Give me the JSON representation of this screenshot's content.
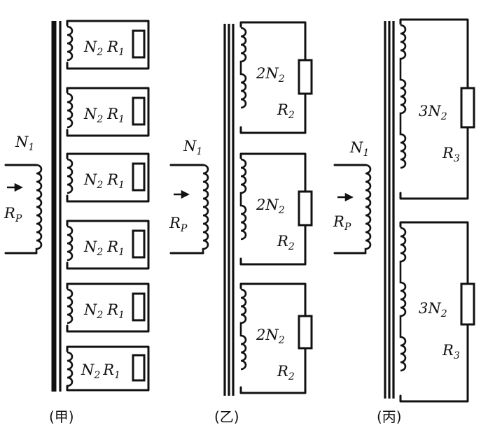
{
  "panels": [
    {
      "caption": "(甲)",
      "primary": {
        "turns": "N",
        "turns_sub": "1",
        "current": "R",
        "current_sub": "P"
      },
      "secondary_units": [
        {
          "coil": "N",
          "coil_sub": "2",
          "res": "R",
          "res_sub": "1"
        },
        {
          "coil": "N",
          "coil_sub": "2",
          "res": "R",
          "res_sub": "1"
        },
        {
          "coil": "N",
          "coil_sub": "2",
          "res": "R",
          "res_sub": "1"
        },
        {
          "coil": "N",
          "coil_sub": "2",
          "res": "R",
          "res_sub": "1"
        },
        {
          "coil": "N",
          "coil_sub": "2",
          "res": "R",
          "res_sub": "1"
        },
        {
          "coil": "N",
          "coil_sub": "2",
          "res": "R",
          "res_sub": "1"
        }
      ]
    },
    {
      "caption": "(乙)",
      "primary": {
        "turns": "N",
        "turns_sub": "1",
        "current": "R",
        "current_sub": "P"
      },
      "secondary_units": [
        {
          "coil": "2N",
          "coil_sub": "2",
          "res": "R",
          "res_sub": "2"
        },
        {
          "coil": "2N",
          "coil_sub": "2",
          "res": "R",
          "res_sub": "2"
        },
        {
          "coil": "2N",
          "coil_sub": "2",
          "res": "R",
          "res_sub": "2"
        }
      ]
    },
    {
      "caption": "(丙)",
      "primary": {
        "turns": "N",
        "turns_sub": "1",
        "current": "R",
        "current_sub": "P"
      },
      "secondary_units": [
        {
          "coil": "3N",
          "coil_sub": "2",
          "res": "R",
          "res_sub": "3"
        },
        {
          "coil": "3N",
          "coil_sub": "2",
          "res": "R",
          "res_sub": "3"
        }
      ]
    }
  ]
}
